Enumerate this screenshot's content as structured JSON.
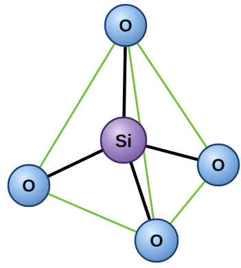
{
  "atoms": {
    "center": {
      "symbol": "Si"
    },
    "top": {
      "symbol": "O"
    },
    "left": {
      "symbol": "O"
    },
    "right": {
      "symbol": "O"
    },
    "bottom": {
      "symbol": "O"
    }
  },
  "colors": {
    "silicon_fill": "#a88cc8",
    "silicon_stroke": "#3c2c5c",
    "oxygen_fill": "#8fb8e6",
    "oxygen_stroke": "#1f3f70",
    "bond": "#000000",
    "edge": "#7ac143"
  }
}
